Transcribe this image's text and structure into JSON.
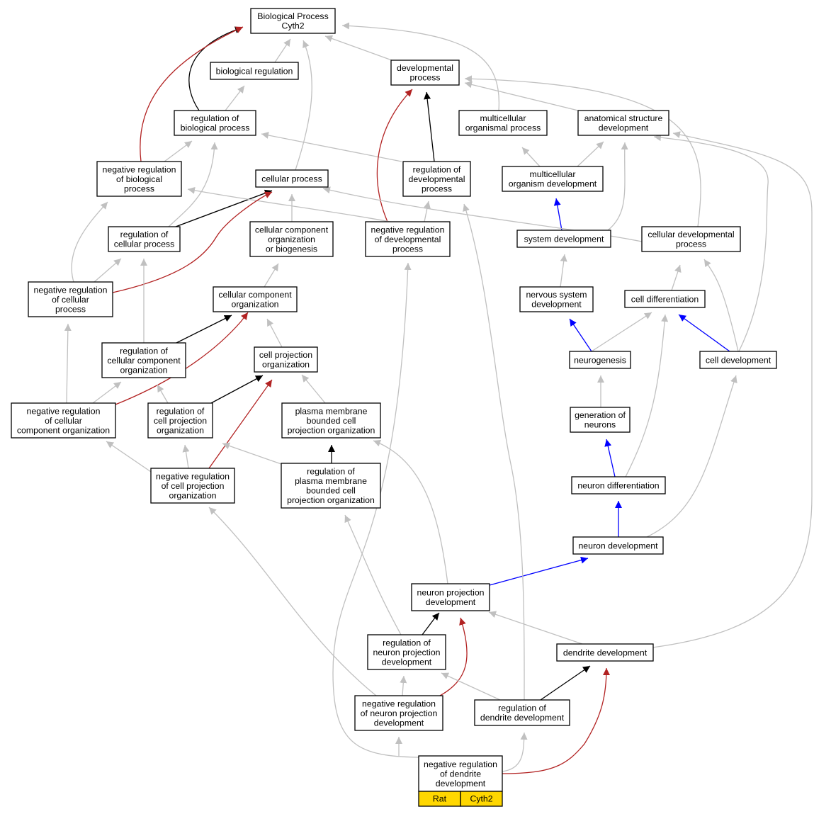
{
  "colors": {
    "is_a": "#c0c0c0",
    "part_of": "#000000",
    "negatively_regulates": "#b22222",
    "positively_regulates": "#0000ff",
    "badge_fill": "#ffd700"
  },
  "badge": {
    "species": "Rat",
    "gene": "Cyth2"
  },
  "nodes": [
    {
      "id": "bp",
      "lines": [
        "Biological Process",
        "Cyth2"
      ]
    },
    {
      "id": "bioreg",
      "lines": [
        "biological regulation"
      ]
    },
    {
      "id": "devproc",
      "lines": [
        "developmental",
        "process"
      ]
    },
    {
      "id": "regbio",
      "lines": [
        "regulation of",
        "biological process"
      ]
    },
    {
      "id": "multiproc",
      "lines": [
        "multicellular",
        "organismal process"
      ]
    },
    {
      "id": "anatdev",
      "lines": [
        "anatomical structure",
        "development"
      ]
    },
    {
      "id": "negregbio",
      "lines": [
        "negative regulation",
        "of biological",
        "process"
      ]
    },
    {
      "id": "cellproc",
      "lines": [
        "cellular process"
      ]
    },
    {
      "id": "regdev",
      "lines": [
        "regulation of",
        "developmental",
        "process"
      ]
    },
    {
      "id": "multidev",
      "lines": [
        "multicellular",
        "organism development"
      ]
    },
    {
      "id": "regcell",
      "lines": [
        "regulation of",
        "cellular process"
      ]
    },
    {
      "id": "ccob",
      "lines": [
        "cellular component",
        "organization",
        "or biogenesis"
      ]
    },
    {
      "id": "negregdev",
      "lines": [
        "negative regulation",
        "of developmental",
        "process"
      ]
    },
    {
      "id": "sysdev",
      "lines": [
        "system development"
      ]
    },
    {
      "id": "celldevproc",
      "lines": [
        "cellular developmental",
        "process"
      ]
    },
    {
      "id": "negregcell",
      "lines": [
        "negative regulation",
        "of cellular",
        "process"
      ]
    },
    {
      "id": "cco",
      "lines": [
        "cellular component",
        "organization"
      ]
    },
    {
      "id": "nsdev",
      "lines": [
        "nervous system",
        "development"
      ]
    },
    {
      "id": "celldiff",
      "lines": [
        "cell differentiation"
      ]
    },
    {
      "id": "regcco",
      "lines": [
        "regulation of",
        "cellular component",
        "organization"
      ]
    },
    {
      "id": "cpo",
      "lines": [
        "cell projection",
        "organization"
      ]
    },
    {
      "id": "neurogen",
      "lines": [
        "neurogenesis"
      ]
    },
    {
      "id": "celldev",
      "lines": [
        "cell development"
      ]
    },
    {
      "id": "negregcco",
      "lines": [
        "negative regulation",
        "of cellular",
        "component organization"
      ]
    },
    {
      "id": "regcpo",
      "lines": [
        "regulation of",
        "cell projection",
        "organization"
      ]
    },
    {
      "id": "pmbcpo",
      "lines": [
        "plasma membrane",
        "bounded cell",
        "projection organization"
      ]
    },
    {
      "id": "genneur",
      "lines": [
        "generation of",
        "neurons"
      ]
    },
    {
      "id": "negregcpo",
      "lines": [
        "negative regulation",
        "of cell projection",
        "organization"
      ]
    },
    {
      "id": "regpmbcpo",
      "lines": [
        "regulation of",
        "plasma membrane",
        "bounded cell",
        "projection organization"
      ]
    },
    {
      "id": "neurdiff",
      "lines": [
        "neuron differentiation"
      ]
    },
    {
      "id": "neurdev",
      "lines": [
        "neuron development"
      ]
    },
    {
      "id": "npd",
      "lines": [
        "neuron projection",
        "development"
      ]
    },
    {
      "id": "regnpd",
      "lines": [
        "regulation of",
        "neuron projection",
        "development"
      ]
    },
    {
      "id": "dendev",
      "lines": [
        "dendrite development"
      ]
    },
    {
      "id": "negregnpd",
      "lines": [
        "negative regulation",
        "of neuron projection",
        "development"
      ]
    },
    {
      "id": "regdendev",
      "lines": [
        "regulation of",
        "dendrite development"
      ]
    },
    {
      "id": "negregdendev",
      "lines": [
        "negative regulation",
        "of dendrite",
        "development"
      ]
    }
  ]
}
